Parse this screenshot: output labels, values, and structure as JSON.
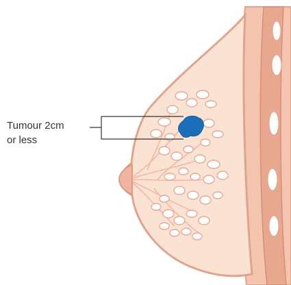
{
  "annotation": {
    "line1": "Tumour 2cm",
    "line2": "or less"
  },
  "colors": {
    "tissue_fill": "#fbe3d3",
    "tissue_outline": "#e0a48c",
    "muscle_band": "#f0b8a2",
    "rib": "#ffffff",
    "lobules": "#ffffff",
    "tumour": "#1a6fb8",
    "leader_line": "#333333"
  },
  "icons": [
    "breast-outline",
    "chest-wall",
    "ribs",
    "lobules",
    "nipple",
    "tumour-blob"
  ]
}
